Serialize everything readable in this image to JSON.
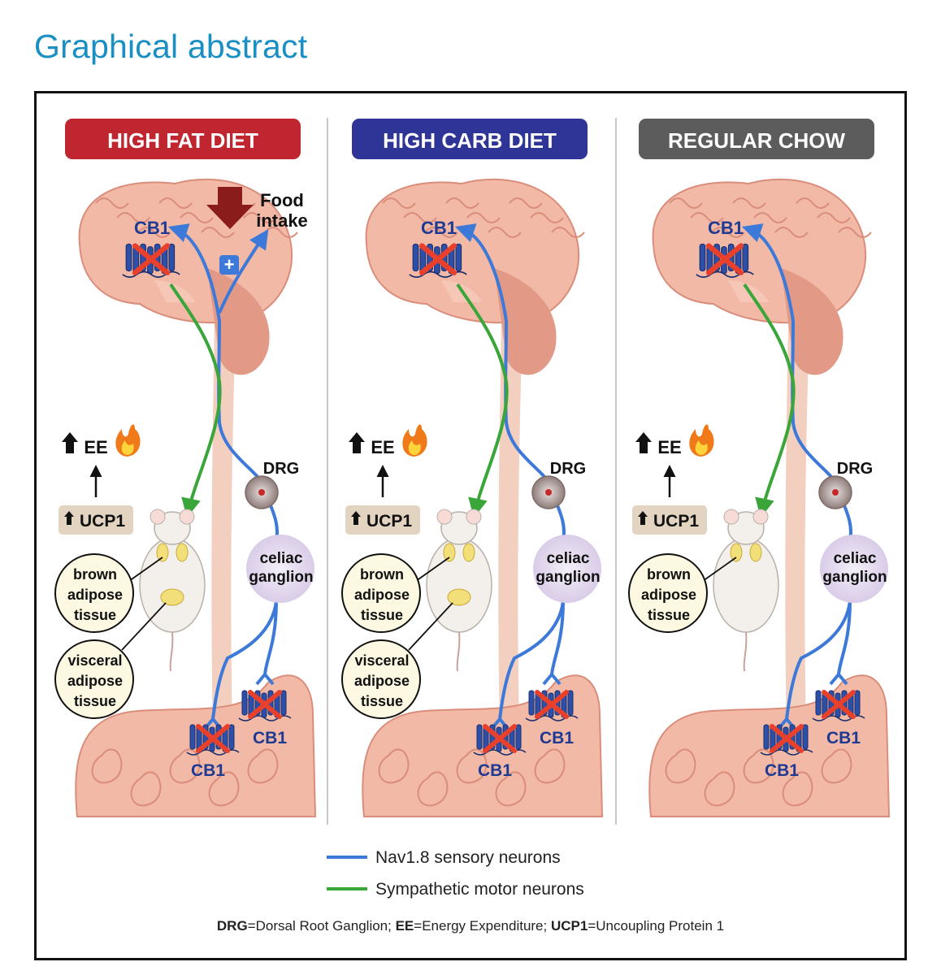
{
  "title": "Graphical abstract",
  "colors": {
    "high_fat": "#c0262f",
    "high_carb": "#2e3596",
    "regular_chow": "#5c5c5c",
    "sensory_neuron": "#3d79d9",
    "sympathetic_neuron": "#3aa63a",
    "food_arrow": "#8a1c1c",
    "title": "#1a8fc4"
  },
  "panels": [
    {
      "header": "HIGH FAT DIET",
      "brain_receptor": "CB1",
      "food_intake": "Food\nintake",
      "plus": "+",
      "ee": "EE",
      "ucp1": "UCP1",
      "drg": "DRG",
      "ganglion": "celiac\nganglion",
      "bat": "brown\nadipose\ntissue",
      "vat": "visceral\nadipose\ntissue",
      "gut_receptor_left": "CB1",
      "gut_receptor_right": "CB1"
    },
    {
      "header": "HIGH CARB DIET",
      "brain_receptor": "CB1",
      "ee": "EE",
      "ucp1": "UCP1",
      "drg": "DRG",
      "ganglion": "celiac\nganglion",
      "bat": "brown\nadipose\ntissue",
      "vat": "visceral\nadipose\ntissue",
      "gut_receptor_left": "CB1",
      "gut_receptor_right": "CB1"
    },
    {
      "header": "REGULAR CHOW",
      "brain_receptor": "CB1",
      "ee": "EE",
      "ucp1": "UCP1",
      "drg": "DRG",
      "ganglion": "celiac\nganglion",
      "bat": "brown\nadipose\ntissue",
      "gut_receptor_left": "CB1",
      "gut_receptor_right": "CB1"
    }
  ],
  "legend": [
    {
      "label": "Nav1.8 sensory neurons",
      "color": "#3d79d9"
    },
    {
      "label": "Sympathetic motor neurons",
      "color": "#3aa63a"
    }
  ],
  "footnote": {
    "drg_abbr": "DRG",
    "drg_def": "=Dorsal Root Ganglion; ",
    "ee_abbr": "EE",
    "ee_def": "=Energy Expenditure; ",
    "ucp1_abbr": "UCP1",
    "ucp1_def": "=Uncoupling Protein 1"
  }
}
